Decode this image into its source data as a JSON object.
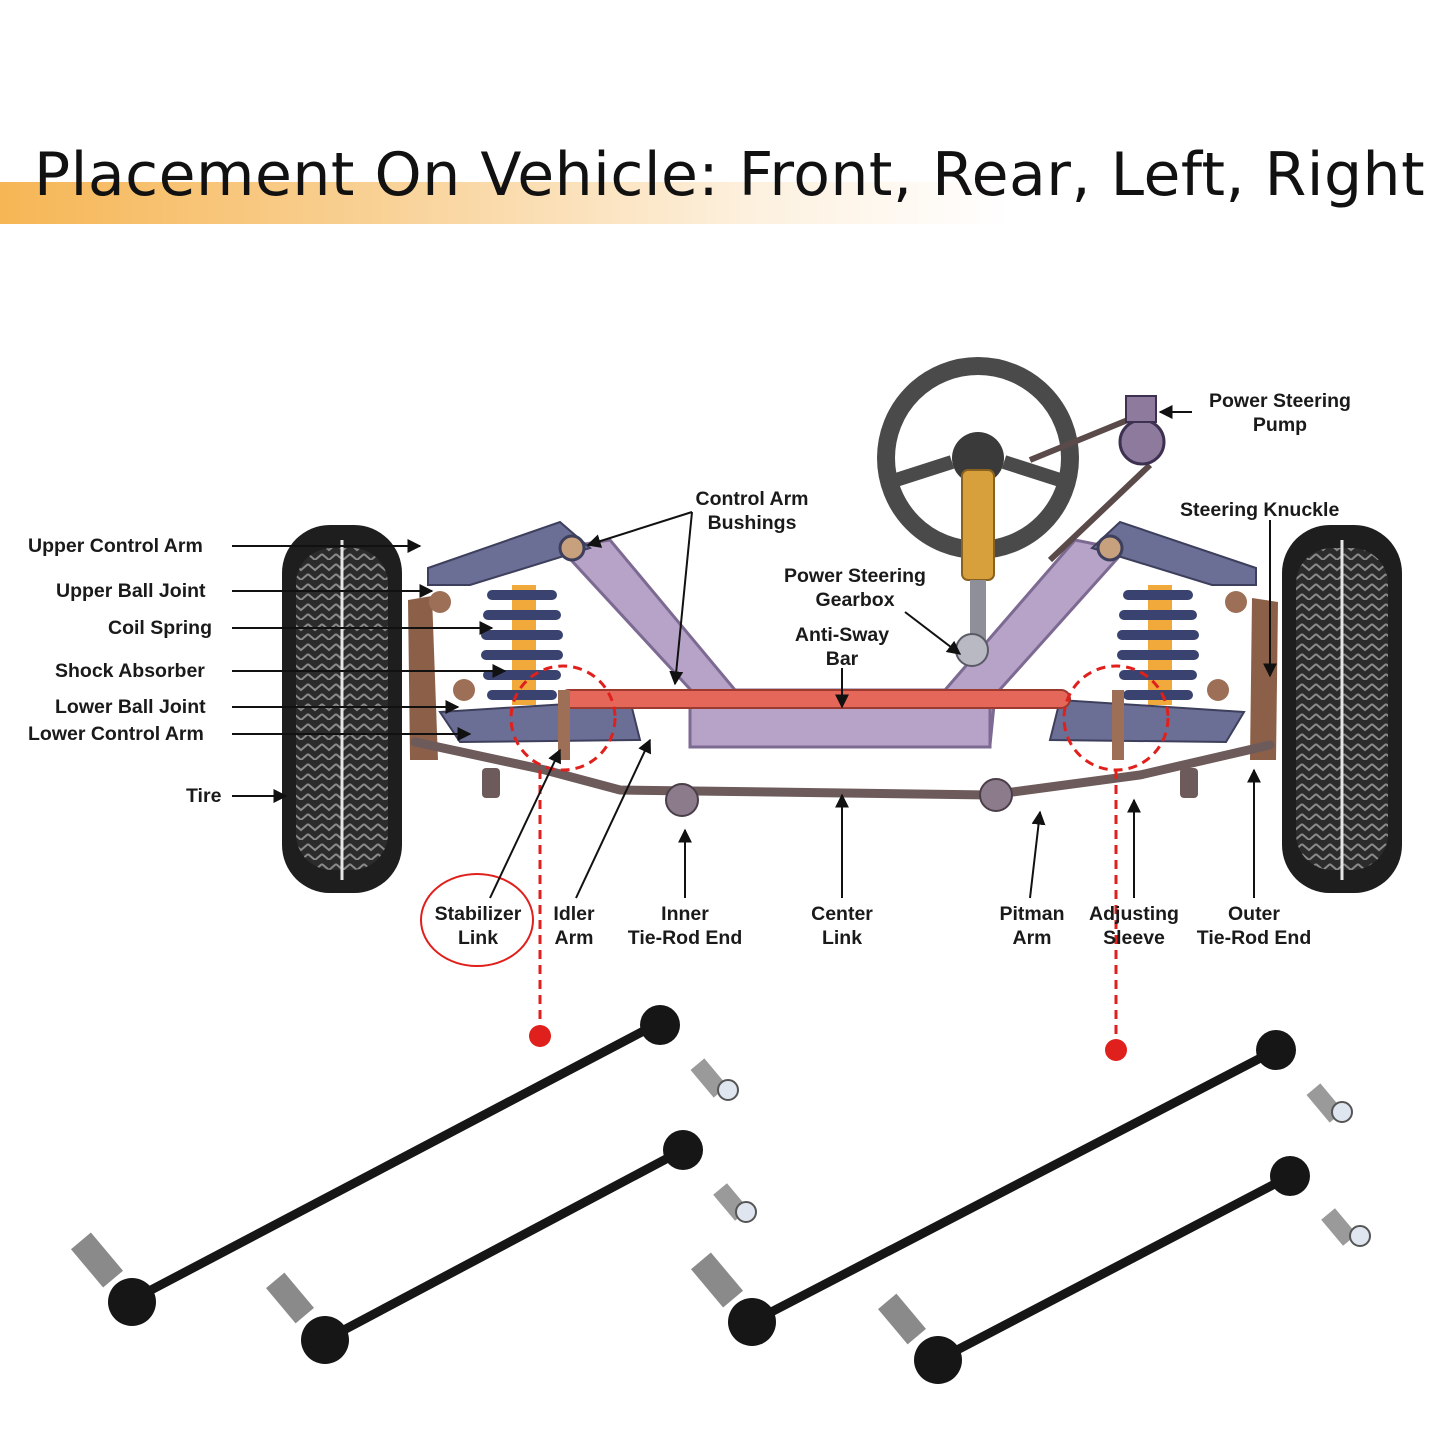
{
  "title": "Placement On Vehicle: Front, Rear, Left, Right",
  "labels": {
    "upper_control_arm": "Upper Control Arm",
    "upper_ball_joint": "Upper Ball Joint",
    "coil_spring": "Coil Spring",
    "shock_absorber": "Shock Absorber",
    "lower_ball_joint": "Lower Ball Joint",
    "lower_control_arm": "Lower Control Arm",
    "tire": "Tire",
    "control_arm_bushings_1": "Control Arm",
    "control_arm_bushings_2": "Bushings",
    "power_steering_gearbox_1": "Power Steering",
    "power_steering_gearbox_2": "Gearbox",
    "anti_sway_bar_1": "Anti-Sway",
    "anti_sway_bar_2": "Bar",
    "power_steering_pump_1": "Power Steering",
    "power_steering_pump_2": "Pump",
    "steering_knuckle": "Steering Knuckle",
    "stabilizer_link_1": "Stabilizer",
    "stabilizer_link_2": "Link",
    "idler_arm_1": "Idler",
    "idler_arm_2": "Arm",
    "inner_tie_rod_end_1": "Inner",
    "inner_tie_rod_end_2": "Tie-Rod End",
    "center_link_1": "Center",
    "center_link_2": "Link",
    "pitman_arm_1": "Pitman",
    "pitman_arm_2": "Arm",
    "adjusting_sleeve_1": "Adjusting",
    "adjusting_sleeve_2": "Sleeve",
    "outer_tie_rod_end_1": "Outer",
    "outer_tie_rod_end_2": "Tie-Rod End"
  },
  "colors": {
    "title_band": "#f6b655",
    "highlight_red": "#e0201c",
    "frame": "#b7a3c8",
    "control_arm": "#6b6f95",
    "anti_sway_bar": "#e4675a",
    "tire": "#2a2a2a",
    "link_black": "#161616"
  }
}
